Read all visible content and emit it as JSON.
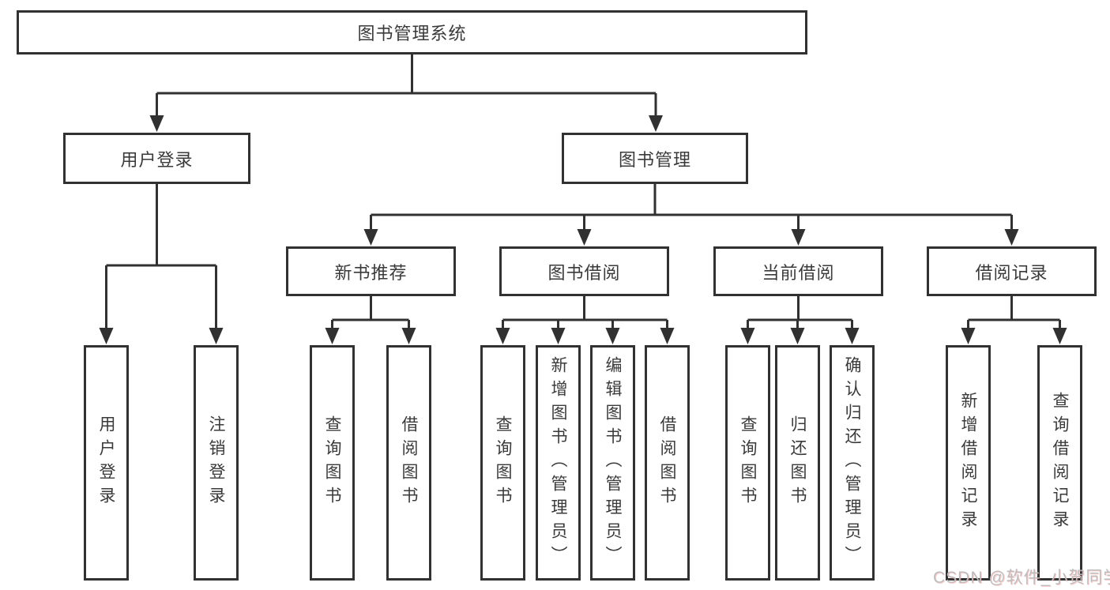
{
  "page": {
    "background": "#ffffff"
  },
  "colors": {
    "line": "#313131",
    "box_border": "#313131",
    "text": "#3a3a3a",
    "watermark": "#bdbdbd"
  },
  "tree": {
    "root": {
      "label": "图书管理系统"
    },
    "level1": [
      {
        "label": "用户登录",
        "children": [
          {
            "label": "用户登录"
          },
          {
            "label": "注销登录"
          }
        ]
      },
      {
        "label": "图书管理",
        "children": [
          {
            "label": "新书推荐",
            "children": [
              {
                "label": "查询图书"
              },
              {
                "label": "借阅图书"
              }
            ]
          },
          {
            "label": "图书借阅",
            "children": [
              {
                "label": "查询图书"
              },
              {
                "label": "新增图书（管理员）"
              },
              {
                "label": "编辑图书（管理员）"
              },
              {
                "label": "借阅图书"
              }
            ]
          },
          {
            "label": "当前借阅",
            "children": [
              {
                "label": "查询图书"
              },
              {
                "label": "归还图书"
              },
              {
                "label": "确认归还（管理员）"
              }
            ]
          },
          {
            "label": "借阅记录",
            "children": [
              {
                "label": "新增借阅记录"
              },
              {
                "label": "查询借阅记录"
              }
            ]
          }
        ]
      }
    ]
  },
  "watermark": {
    "text": "CSDN @软件_小贺同学"
  }
}
